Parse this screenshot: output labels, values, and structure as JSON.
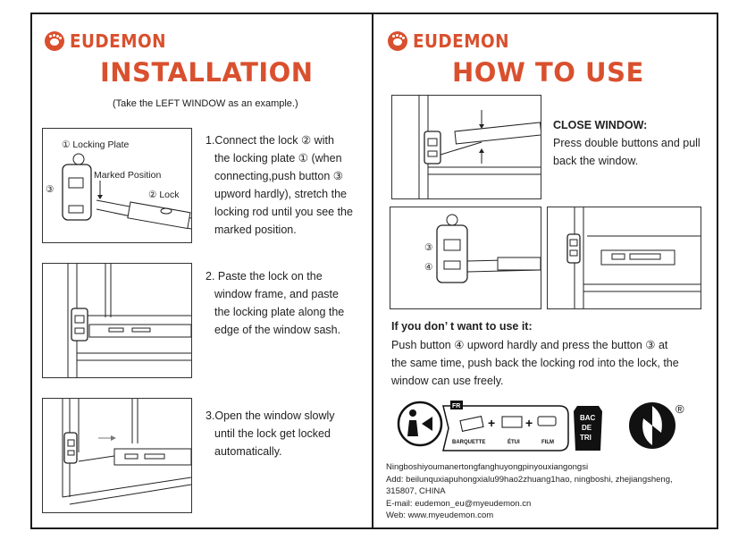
{
  "brand": {
    "name": "EUDEMON"
  },
  "installation": {
    "title": "INSTALLATION",
    "subtitle": "(Take the LEFT WINDOW as an example.)",
    "figure1_labels": {
      "locking_plate": "① Locking Plate",
      "marked_position": "Marked Position",
      "lock": "② Lock",
      "button": "③"
    },
    "step1": [
      "1.Connect the lock ② with",
      "the locking plate ① (when",
      "connecting,push button ③",
      "upword hardly), stretch the",
      "locking rod until you see the",
      "marked position."
    ],
    "step2": [
      "2. Paste the lock on the",
      "window frame, and paste",
      "the locking plate along the",
      "edge of the window sash."
    ],
    "step3": [
      "3.Open the window slowly",
      "until the lock get locked",
      "automatically."
    ]
  },
  "how_to_use": {
    "title": "HOW TO USE",
    "close_heading": "CLOSE WINDOW:",
    "close_text": [
      "Press double buttons and pull",
      "back the window."
    ],
    "figure_labels": {
      "button3": "③",
      "button4": "④"
    },
    "dont_heading": "If you don’ t want to use it:",
    "dont_text": [
      "Push button ④ upword hardly and press the button ③ at",
      "the same time, push back the locking rod into the lock, the",
      "window can use freely."
    ],
    "recycle": {
      "fr": "FR",
      "items": [
        "BARQUETTE",
        "ÉTUI",
        "FILM"
      ],
      "bin": [
        "BAC",
        "DE",
        "TRI"
      ],
      "registered": "®"
    }
  },
  "footer": {
    "company": "Ningboshiyoumanertongfanghuyongpinyouxiangongsi",
    "address": "Add: beilunquxiapuhongxialu99hao2zhuang1hao, ningboshi, zhejiangsheng,",
    "postcode": "315807, CHINA",
    "email": "E-mail: eudemon_eu@myeudemon.cn",
    "web": "Web: www.myeudemon.com"
  },
  "colors": {
    "accent": "#d9502e",
    "text": "#1a1a1a",
    "border": "#1b1b1b"
  }
}
